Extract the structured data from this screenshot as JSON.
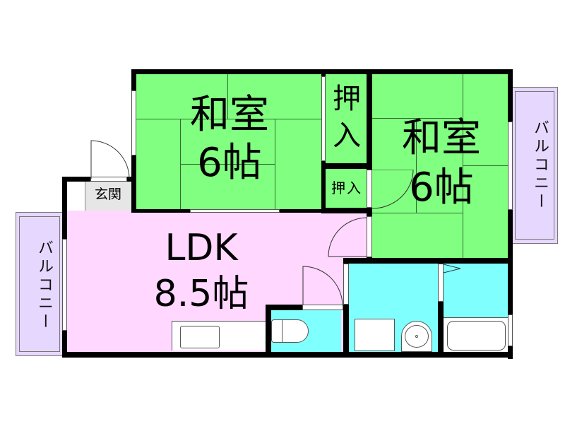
{
  "floorplan": {
    "rooms": [
      {
        "id": "washitsu-1",
        "label_line1": "和室",
        "label_line2": "6帖",
        "type": "japanese-room",
        "color": "#80FF80"
      },
      {
        "id": "washitsu-2",
        "label_line1": "和室",
        "label_line2": "6帖",
        "type": "japanese-room",
        "color": "#80FF80"
      },
      {
        "id": "oshiire-1",
        "label_line1": "押",
        "label_line2": "入",
        "type": "closet",
        "color": "#80FF80"
      },
      {
        "id": "oshiire-2",
        "label": "押入",
        "type": "closet",
        "color": "#80FF80"
      },
      {
        "id": "ldk",
        "label_line1": "LDK",
        "label_line2": "8.5帖",
        "type": "living-dining-kitchen",
        "color": "#FFD7FF"
      },
      {
        "id": "genkan",
        "label": "玄関",
        "type": "entrance",
        "color": "#E6E6E6"
      },
      {
        "id": "toilet",
        "label": "",
        "type": "toilet",
        "color": "#80FFFF"
      },
      {
        "id": "washroom",
        "label": "",
        "type": "washroom",
        "color": "#80FFFF"
      },
      {
        "id": "bath",
        "label": "",
        "type": "bathroom",
        "color": "#80FFFF"
      }
    ],
    "balconies": [
      {
        "id": "balcony-left",
        "label": "バルコニー",
        "color": "#E6D7FF"
      },
      {
        "id": "balcony-right",
        "label": "バルコニー",
        "color": "#E6D7FF"
      }
    ],
    "colors": {
      "wall": "#000000",
      "tatami": "#80FF80",
      "ldk": "#FFD7FF",
      "wet": "#80FFFF",
      "balcony": "#E6D7FF",
      "genkan": "#E6E6E6"
    }
  }
}
